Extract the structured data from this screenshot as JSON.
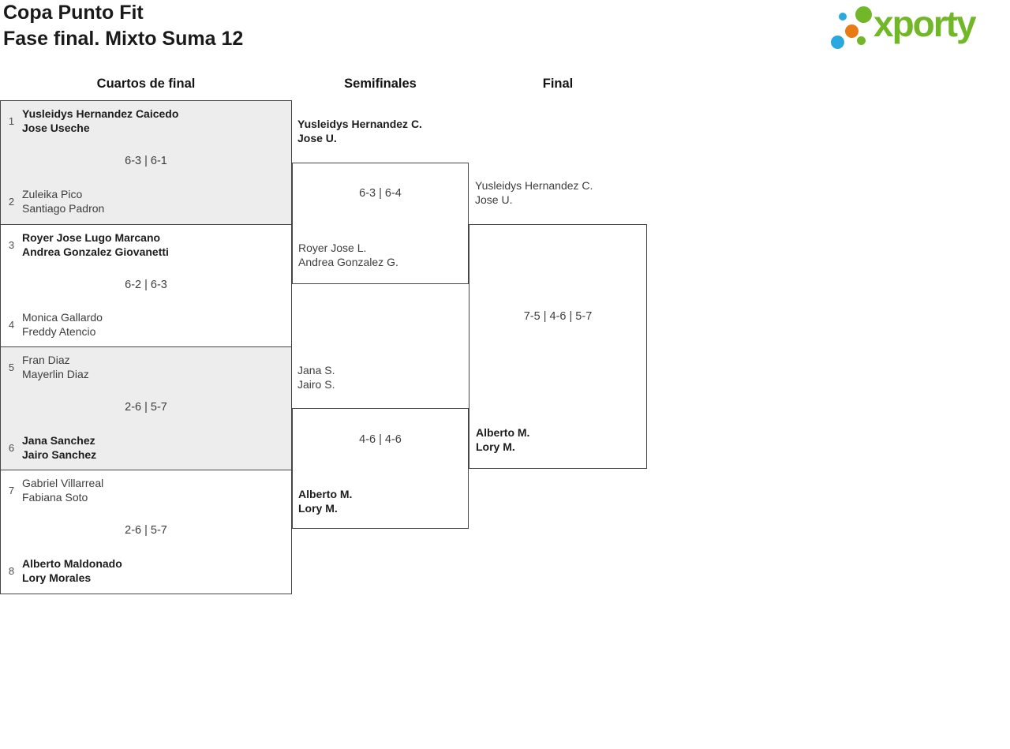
{
  "header": {
    "title_line1": "Copa Punto Fit",
    "title_line2": "Fase final. Mixto Suma 12",
    "logo_text": "xporty"
  },
  "colors": {
    "logo_green": "#72b728",
    "logo_blue": "#2aa9e0",
    "logo_orange": "#e87b15",
    "match_alt_background": "#ededed",
    "box_border": "#454545"
  },
  "columns": [
    {
      "label": "Cuartos de final"
    },
    {
      "label": "Semifinales"
    },
    {
      "label": "Final"
    }
  ],
  "quarterfinals": [
    {
      "seed1": "1",
      "team1_line1": "Yusleidys Hernandez Caicedo",
      "team1_line2": "Jose Useche",
      "team1_winner": true,
      "score": "6-3 | 6-1",
      "seed2": "2",
      "team2_line1": "Zuleika Pico",
      "team2_line2": "Santiago Padron",
      "team2_winner": false
    },
    {
      "seed1": "3",
      "team1_line1": "Royer Jose Lugo Marcano",
      "team1_line2": "Andrea Gonzalez Giovanetti",
      "team1_winner": true,
      "score": "6-2 | 6-3",
      "seed2": "4",
      "team2_line1": "Monica Gallardo",
      "team2_line2": "Freddy Atencio",
      "team2_winner": false
    },
    {
      "seed1": "5",
      "team1_line1": "Fran Diaz",
      "team1_line2": "Mayerlin Diaz",
      "team1_winner": false,
      "score": "2-6 | 5-7",
      "seed2": "6",
      "team2_line1": "Jana Sanchez",
      "team2_line2": "Jairo Sanchez",
      "team2_winner": true
    },
    {
      "seed1": "7",
      "team1_line1": "Gabriel Villarreal",
      "team1_line2": "Fabiana Soto",
      "team1_winner": false,
      "score": "2-6 | 5-7",
      "seed2": "8",
      "team2_line1": "Alberto Maldonado",
      "team2_line2": "Lory Morales",
      "team2_winner": true
    }
  ],
  "semifinals": [
    {
      "team1_line1": "Yusleidys Hernandez C.",
      "team1_line2": "Jose U.",
      "team1_winner": true,
      "score": "6-3 | 6-4",
      "team2_line1": "Royer Jose L.",
      "team2_line2": "Andrea Gonzalez G.",
      "team2_winner": false
    },
    {
      "team1_line1": "Jana S.",
      "team1_line2": "Jairo S.",
      "team1_winner": false,
      "score": "4-6 | 4-6",
      "team2_line1": "Alberto M.",
      "team2_line2": "Lory M.",
      "team2_winner": true
    }
  ],
  "final": {
    "team1_line1": "Yusleidys Hernandez C.",
    "team1_line2": "Jose U.",
    "team1_winner": false,
    "score": "7-5 | 4-6 | 5-7",
    "team2_line1": "Alberto M.",
    "team2_line2": "Lory M.",
    "team2_winner": true
  }
}
